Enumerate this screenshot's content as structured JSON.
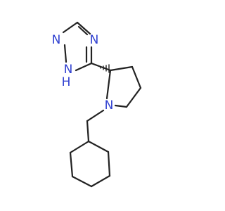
{
  "molecule": {
    "atoms": {
      "n_triazole_1": {
        "label": "N",
        "color": "#3040d0"
      },
      "n_triazole_2": {
        "label": "N",
        "color": "#3040d0"
      },
      "n_triazole_nh": {
        "label": "N",
        "color": "#3040d0"
      },
      "h_triazole_nh": {
        "label": "H",
        "color": "#3040d0"
      },
      "n_pyrrolidine": {
        "label": "N",
        "color": "#3040d0"
      }
    },
    "stereo": {
      "wedge_type": "hashed",
      "at_atom": "pyrrolidine C2"
    },
    "bond_color": "#222222"
  }
}
